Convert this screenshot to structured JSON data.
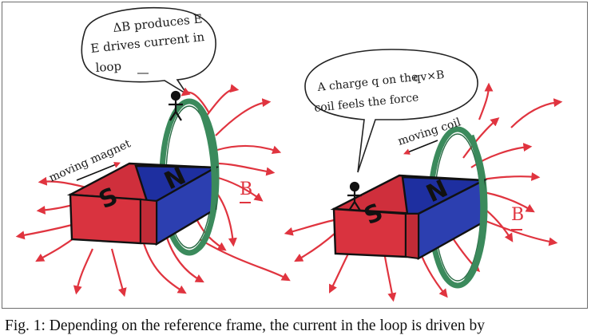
{
  "colors": {
    "field_line": "#e0343f",
    "magnet_red_front": "#d9333f",
    "magnet_red_top": "#cf2f3c",
    "magnet_blue_front": "#2c3fb0",
    "magnet_blue_top": "#1e2fa0",
    "coil": "#3b8a5c",
    "ink": "#111111"
  },
  "left_panel": {
    "bubble_lines": [
      "ΔB produces E",
      "E drives current in",
      "loop"
    ],
    "arrow_label": "moving magnet",
    "field_label": "B",
    "pole_s": "S",
    "pole_n": "N"
  },
  "right_panel": {
    "bubble_lines": [
      "A charge   q on the",
      "coil feels the force",
      "qv×B"
    ],
    "arrow_label": "moving coil",
    "field_label": "B",
    "pole_s": "S",
    "pole_n": "N"
  },
  "caption": "Fig. 1: Depending on the reference frame, the current in the loop is driven by"
}
